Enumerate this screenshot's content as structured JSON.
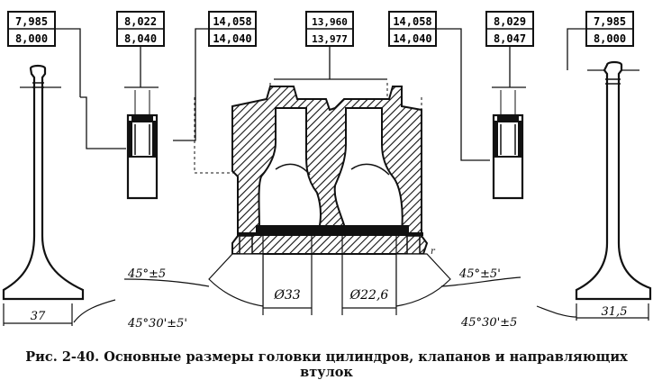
{
  "caption": "Рис. 2-40. Основные размеры головки цилиндров, клапанов и направляющих втулок",
  "dims": {
    "left_valve_stem": [
      "7,985",
      "8,000"
    ],
    "left_guide_bore": [
      "8,022",
      "8,040"
    ],
    "left_guide_od": [
      "14,058",
      "14,040"
    ],
    "head_center": [
      "13,960",
      "13,977"
    ],
    "right_guide_od": [
      "14,058",
      "14,040"
    ],
    "right_guide_bore": [
      "8,029",
      "8,047"
    ],
    "right_valve_stem": [
      "7,985",
      "8,000"
    ]
  },
  "labels": {
    "left_seat_angle": "45°±5",
    "left_face_angle": "45°30'±5'",
    "left_head_diameter": "37",
    "right_seat_angle": "45°±5'",
    "right_face_angle": "45°30'±5",
    "right_head_diameter": "31,5",
    "intake_diameter": "Ø33",
    "exhaust_diameter": "Ø22,6"
  }
}
